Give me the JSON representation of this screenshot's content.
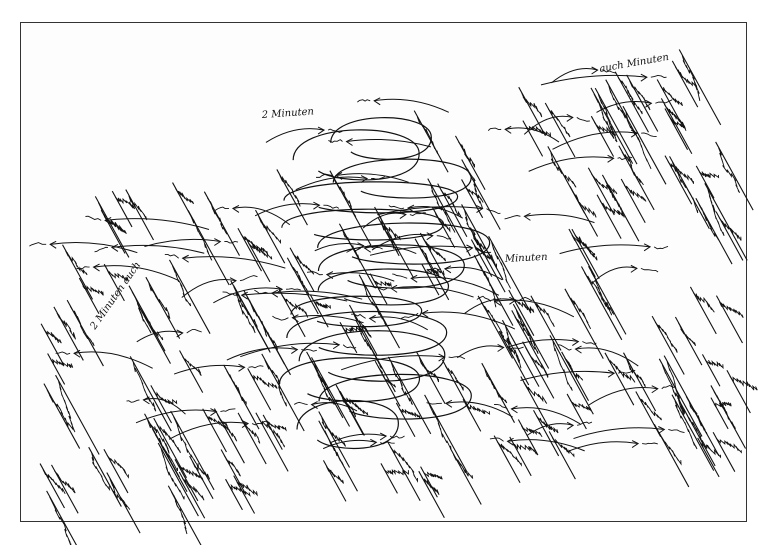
{
  "artwork": {
    "handwritten_lettering": [
      "2 Minuten",
      "Minuten",
      "2 Minuten auch",
      "auch Minuten"
    ],
    "ink_color": "#111111",
    "paper_color": "#fdfdfd"
  }
}
